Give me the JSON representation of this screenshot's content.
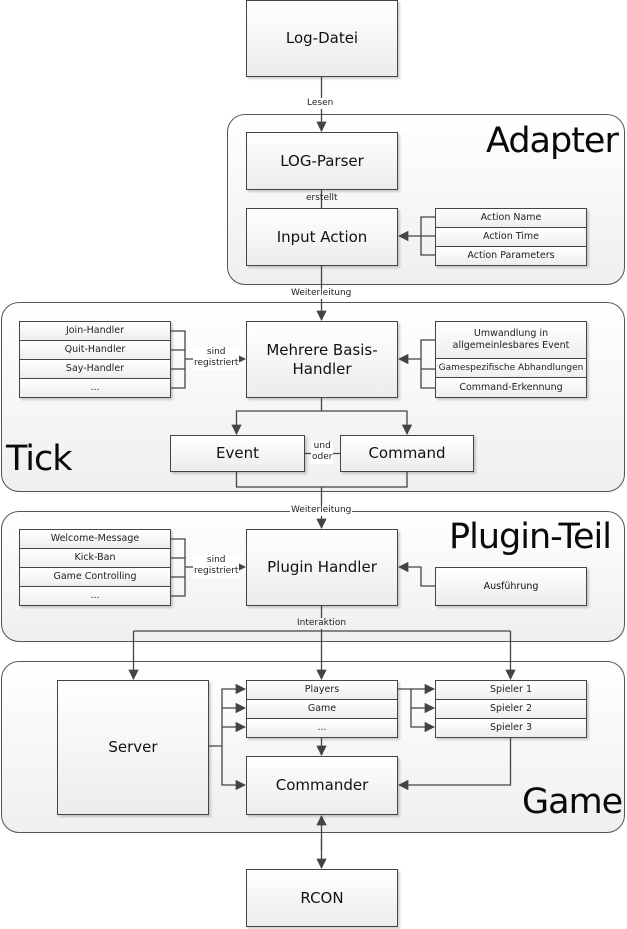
{
  "diagram": {
    "nodes": {
      "log_file": "Log-Datei",
      "log_parser": "LOG-Parser",
      "input_action": "Input Action",
      "base_handlers": "Mehrere Basis-Handler",
      "event": "Event",
      "command": "Command",
      "plugin_handler": "Plugin Handler",
      "execution": "Ausführung",
      "server": "Server",
      "commander": "Commander",
      "rcon": "RCON"
    },
    "groups": {
      "adapter": "Adapter",
      "tick": "Tick",
      "plugin": "Plugin-Teil",
      "game": "Game"
    },
    "lists": {
      "action_fields": [
        "Action Name",
        "Action Time",
        "Action Parameters"
      ],
      "tick_handlers": [
        "Join-Handler",
        "Quit-Handler",
        "Say-Handler",
        "..."
      ],
      "handler_tasks": [
        "Umwandlung in allgemeinlesbares Event",
        "Gamespezifische Abhandlungen",
        "Command-Erkennung"
      ],
      "plugins": [
        "Welcome-Message",
        "Kick-Ban",
        "Game Controlling",
        "..."
      ],
      "game_objects": [
        "Players",
        "Game",
        "..."
      ],
      "players": [
        "Spieler 1",
        "Spieler 2",
        "Spieler 3"
      ]
    },
    "edge_labels": {
      "read": "Lesen",
      "creates": "erstellt",
      "forward_1": "Weiterleitung",
      "registered_1_line1": "sind",
      "registered_1_line2": "registriert",
      "and_or_line1": "und",
      "and_or_line2": "oder",
      "forward_2": "Weiterleitung",
      "registered_2_line1": "sind",
      "registered_2_line2": "registriert",
      "interaction": "Interaktion"
    },
    "colors": {
      "line": "#444444",
      "border": "#444444",
      "fill_top": "#ffffff",
      "fill_bottom": "#ececec"
    }
  }
}
